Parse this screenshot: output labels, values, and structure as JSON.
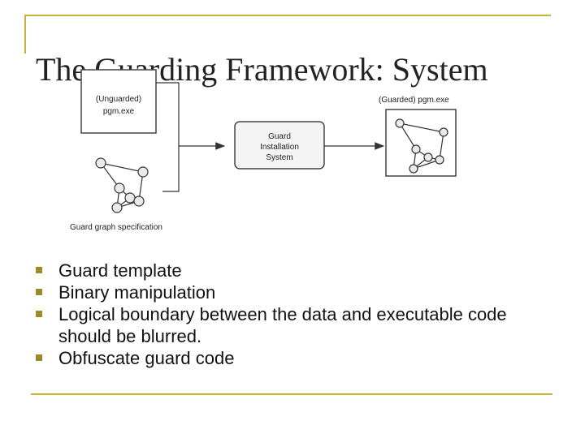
{
  "slide": {
    "title": "The Guarding Framework: System",
    "accent_color": "#c9b037",
    "bullet_color": "#9a8a2e"
  },
  "diagram": {
    "unguarded_box": {
      "line1": "(Unguarded)",
      "line2": "pgm.exe"
    },
    "guard_system": {
      "line1": "Guard",
      "line2": "Installation",
      "line3": "System"
    },
    "guarded_label": "(Guarded) pgm.exe",
    "guard_graph_label": "Guard graph specification"
  },
  "bullets": [
    {
      "text": "Guard template"
    },
    {
      "text": "Binary manipulation"
    },
    {
      "text": "Logical boundary between the data and executable code should be blurred."
    },
    {
      "text": "Obfuscate guard code"
    }
  ]
}
